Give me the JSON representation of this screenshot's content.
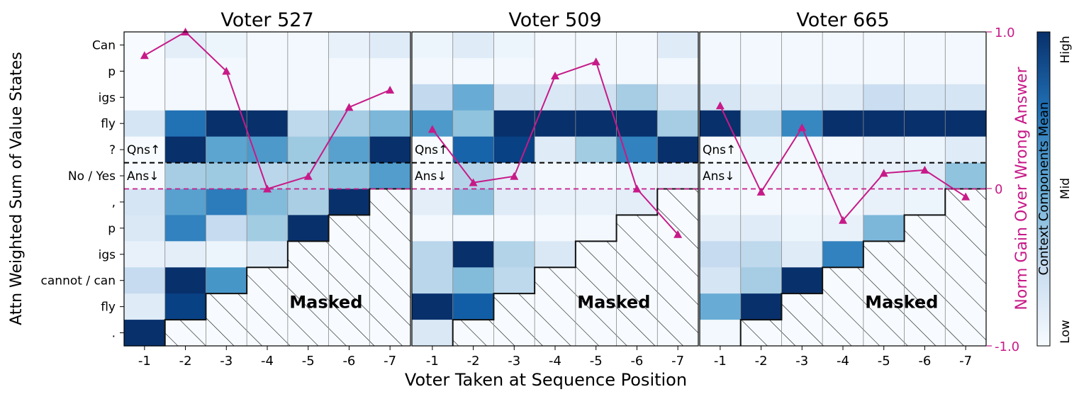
{
  "chart_data": {
    "type": "heatmap",
    "panels": [
      {
        "title": "Voter 527",
        "heat": [
          [
            0,
            0.08,
            0.04,
            0.02,
            0.02,
            0.06,
            0.1
          ],
          [
            0,
            0.02,
            0.02,
            0.02,
            0.02,
            0.02,
            0.02
          ],
          [
            0,
            0.02,
            0.02,
            0.02,
            0.02,
            0.02,
            0.02
          ],
          [
            0.14,
            0.82,
            1,
            1,
            0.24,
            0.36,
            0.5
          ],
          [
            0,
            1,
            0.6,
            0.66,
            0.4,
            0.62,
            1
          ],
          [
            0,
            0.36,
            0.4,
            0.26,
            0.3,
            0.44,
            0.64
          ],
          [
            0.14,
            0.62,
            0.78,
            0.48,
            0.34,
            1
          ],
          [
            0.12,
            0.76,
            0.2,
            0.38,
            1
          ],
          [
            0.06,
            0.08,
            0.04,
            0.1
          ],
          [
            0.2,
            1,
            0.68
          ],
          [
            0.1,
            0.96
          ],
          [
            1
          ]
        ],
        "gain": [
          0.85,
          1.0,
          0.75,
          0.0,
          0.08,
          0.52,
          0.63
        ]
      },
      {
        "title": "Voter 509",
        "heat": [
          [
            0.04,
            0.1,
            0.04,
            0.02,
            0.02,
            0.02,
            0.1
          ],
          [
            0.02,
            0.02,
            0.02,
            0.02,
            0.02,
            0.02,
            0.02
          ],
          [
            0.22,
            0.56,
            0.16,
            0.12,
            0.16,
            0.36,
            0.14
          ],
          [
            0.66,
            0.44,
            1,
            1,
            1,
            1,
            0.36
          ],
          [
            0,
            0.86,
            0.96,
            0.1,
            0.38,
            0.76,
            1
          ],
          [
            0,
            0.28,
            0.08,
            0.02,
            0.02,
            0.04,
            0.06
          ],
          [
            0.08,
            0.46,
            0.1,
            0.06,
            0.06,
            0.08
          ],
          [
            0.02,
            0.02,
            0.02,
            0.02,
            0.02
          ],
          [
            0.26,
            1,
            0.3,
            0.12
          ],
          [
            0.26,
            0.48,
            0.24
          ],
          [
            1,
            0.88
          ],
          [
            0.12
          ]
        ],
        "gain": [
          0.38,
          0.04,
          0.08,
          0.72,
          0.81,
          0.0,
          -0.29
        ]
      },
      {
        "title": "Voter 665",
        "heat": [
          [
            0.02,
            0.02,
            0.02,
            0.02,
            0.02,
            0.02,
            0.02
          ],
          [
            0.02,
            0.02,
            0.02,
            0.02,
            0.02,
            0.02,
            0.02
          ],
          [
            0.14,
            0.08,
            0.08,
            0.1,
            0.18,
            0.14,
            0.14
          ],
          [
            1,
            0.26,
            0.74,
            1,
            1,
            1,
            1
          ],
          [
            0,
            0.04,
            0.02,
            0.02,
            0.06,
            0.04,
            0.1
          ],
          [
            0.02,
            0.02,
            0.02,
            0.06,
            0.06,
            0.1,
            0.44
          ],
          [
            0.02,
            0.02,
            0.02,
            0.02,
            0.06,
            0.04
          ],
          [
            0.08,
            0.1,
            0.04,
            0.06,
            0.5
          ],
          [
            0.2,
            0.24,
            0.1,
            0.76
          ],
          [
            0.14,
            0.36,
            1
          ],
          [
            0.56,
            1
          ],
          [
            0.02
          ]
        ],
        "gain": [
          0.53,
          -0.02,
          0.39,
          -0.2,
          0.1,
          0.12,
          -0.05
        ]
      }
    ],
    "y_tokens": [
      "Can",
      "p",
      "igs",
      "fly",
      "?",
      "No / Yes",
      ",",
      "p",
      "igs",
      "cannot / can",
      "fly",
      "."
    ],
    "x_tick_labels": [
      "-1",
      "-2",
      "-3",
      "-4",
      "-5",
      "-6",
      "-7"
    ],
    "xlabel": "Voter Taken at Sequence Position",
    "ylabel_left": "Attn Weighted Sum of Value States",
    "ylabel_right": "Norm Gain Over Wrong Answer",
    "right_axis": {
      "ylim": [
        -1.0,
        1.0
      ],
      "tick_labels": [
        "1.0",
        "0",
        "-1.0"
      ]
    },
    "colorbar": {
      "label": "Context Components Mean",
      "tick_labels": [
        "High",
        "Mid",
        "Low"
      ]
    },
    "annotations": {
      "questions": "Qns↑",
      "answers": "Ans↓",
      "masked": "Masked"
    },
    "colors": {
      "gain_line": "#c71a88",
      "heat_low": "#f7fbff",
      "heat_high": "#08306b"
    }
  }
}
